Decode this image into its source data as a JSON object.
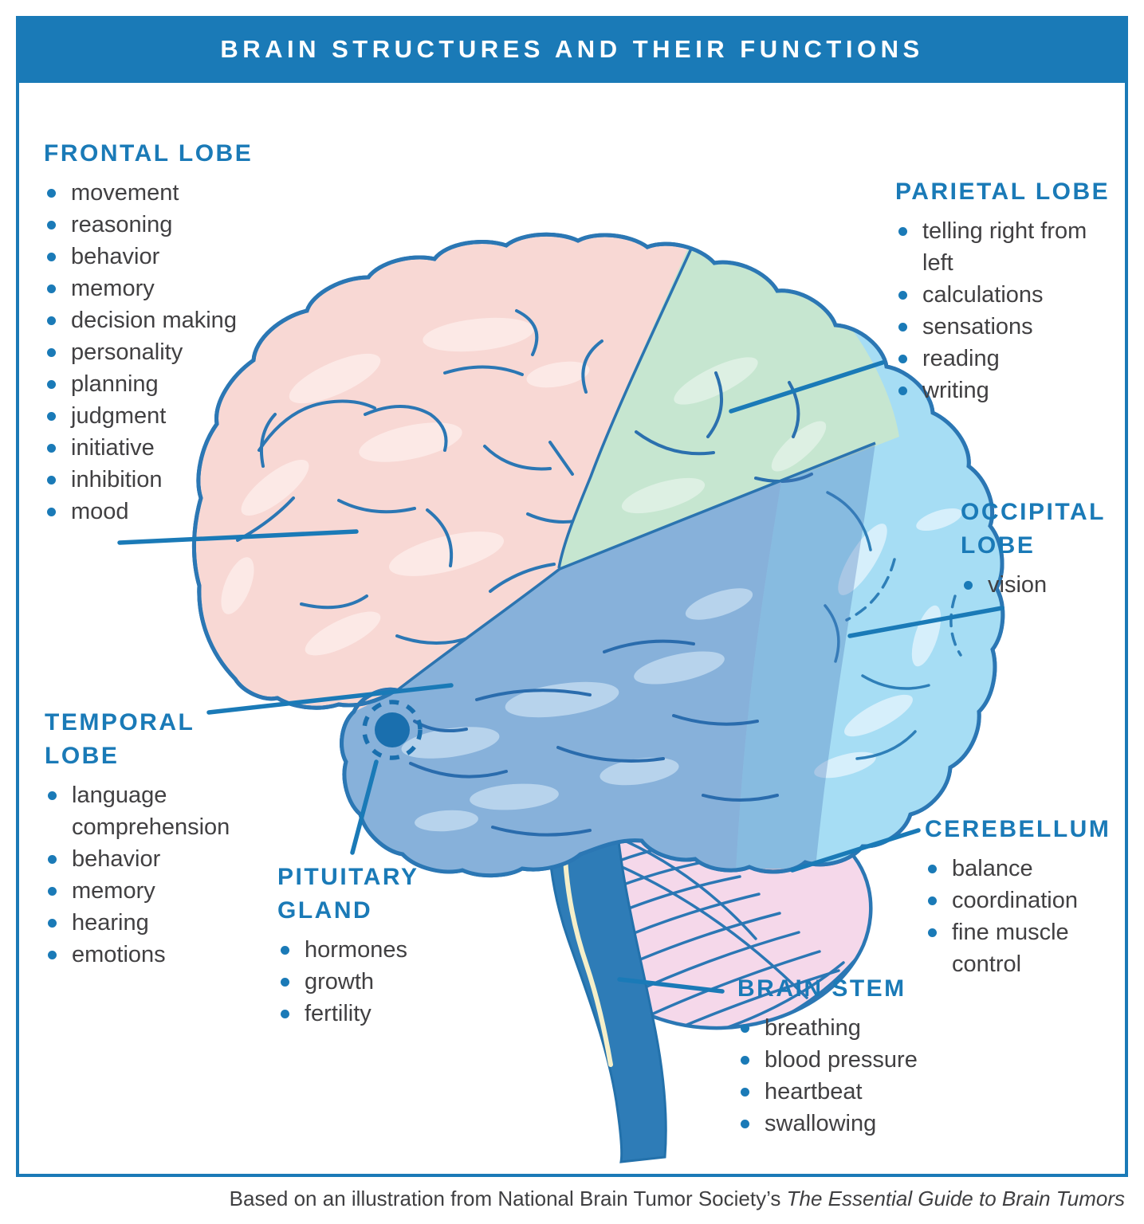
{
  "title": "BRAIN STRUCTURES AND THEIR FUNCTIONS",
  "footer": {
    "prefix": "Based on an illustration from National Brain Tumor Society’s ",
    "source_italic": "The Essential Guide to Brain Tumors"
  },
  "colors": {
    "accent_blue": "#1a7ab7",
    "outline_blue": "#2b77b4",
    "frontal_pink": "#f8d8d4",
    "parietal_green": "#c6e6d0",
    "temporal_blue": "#87b1da",
    "occipital_blue": "#a6ddf4",
    "cerebellum_pink": "#f5d8ea",
    "brainstem_blue": "#2e7cb7",
    "body_text": "#414042",
    "title_text": "#ffffff"
  },
  "sections": {
    "frontal": {
      "heading": "FRONTAL LOBE",
      "items": [
        "movement",
        "reasoning",
        "behavior",
        "memory",
        "decision making",
        "personality",
        "planning",
        "judgment",
        "initiative",
        "inhibition",
        "mood"
      ]
    },
    "parietal": {
      "heading": "PARIETAL LOBE",
      "items": [
        "telling right from left",
        "calculations",
        "sensations",
        "reading",
        "writing"
      ]
    },
    "occipital": {
      "heading": "OCCIPITAL LOBE",
      "items": [
        "vision"
      ]
    },
    "temporal": {
      "heading": "TEMPORAL LOBE",
      "items": [
        "language comprehension",
        "behavior",
        "memory",
        "hearing",
        "emotions"
      ]
    },
    "pituitary": {
      "heading": "PITUITARY GLAND",
      "items": [
        "hormones",
        "growth",
        "fertility"
      ]
    },
    "cerebellum": {
      "heading": "CEREBELLUM",
      "items": [
        "balance",
        "coordination",
        "fine muscle control"
      ]
    },
    "brainstem": {
      "heading": "BRAIN STEM",
      "items": [
        "breathing",
        "blood pressure",
        "heartbeat",
        "swallowing"
      ]
    }
  }
}
